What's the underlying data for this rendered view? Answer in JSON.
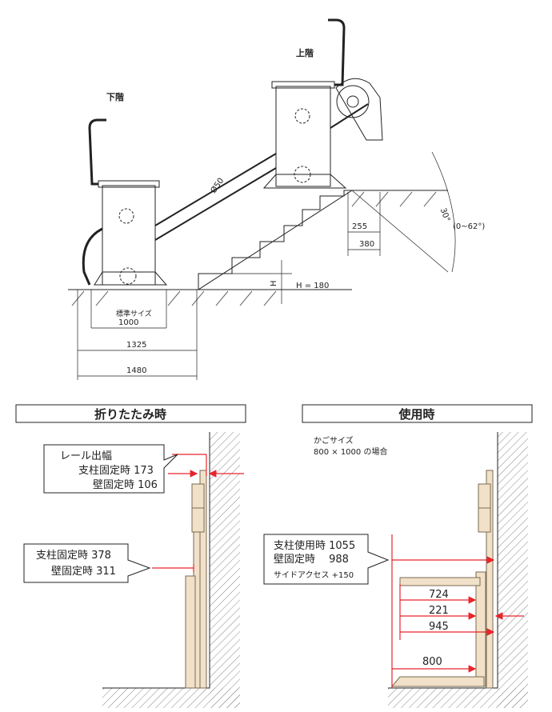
{
  "top": {
    "label_lower": "下階",
    "label_upper": "上階",
    "pipe_dia": "Ø50",
    "angle": "30°",
    "angle_range": "(0~62°)",
    "dim_255": "255",
    "dim_380": "380",
    "h_mark": "H",
    "h_value": "H = 180",
    "std_size": "標準サイズ",
    "dim_1000": "1000",
    "dim_1325": "1325",
    "dim_1480": "1480"
  },
  "folded": {
    "title": "折りたたみ時",
    "rail_width": "レール出幅",
    "post_fixed_1": "支柱固定時 173",
    "wall_fixed_1": "壁固定時 106",
    "post_fixed_2": "支柱固定時 378",
    "wall_fixed_2": "壁固定時 311"
  },
  "inuse": {
    "title": "使用時",
    "cage_size": "かごサイズ",
    "cage_case": "800 × 1000 の場合",
    "post_use": "支柱使用時 1055",
    "wall_fixed": "壁固定時　 988",
    "side_access": "サイドアクセス +150",
    "dim_724": "724",
    "dim_221": "221",
    "dim_945": "945",
    "dim_800": "800"
  },
  "colors": {
    "line": "#222222",
    "red": "#e8242c",
    "wood": "#f1e1c8",
    "hatch": "#888888"
  }
}
